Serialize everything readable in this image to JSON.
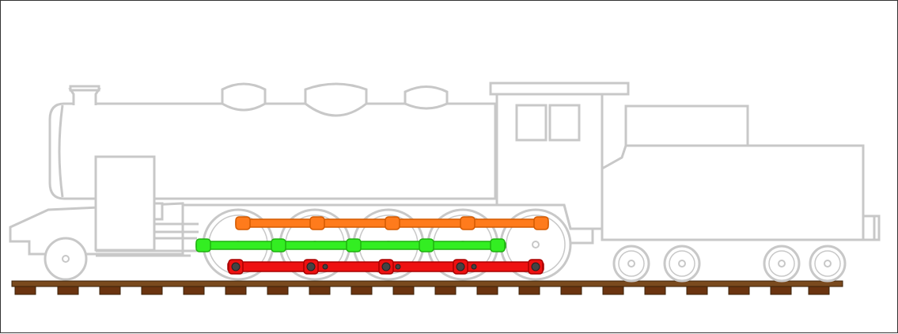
{
  "colors": {
    "background": "#ffffff",
    "border": "#333333",
    "outline": "#c8c8c8",
    "outline_fill": "#ffffff",
    "rail": "#7a4a1e",
    "rail_edge": "#3b2208",
    "sleeper": "#6b3410",
    "rod_top": "#ff7b1c",
    "rod_top_edge": "#d45a00",
    "rod_middle": "#33ee22",
    "rod_middle_edge": "#1fb010",
    "rod_bottom": "#ee1111",
    "rod_bottom_edge": "#a80000",
    "pin": "#444444"
  },
  "parts": {
    "locomotive": "steam-locomotive-outline",
    "tender": "tender-outline",
    "driving_wheels": 5,
    "tender_wheels": 4,
    "rods": [
      "coupling-rod-top",
      "coupling-rod-middle",
      "coupling-rod-bottom"
    ]
  }
}
